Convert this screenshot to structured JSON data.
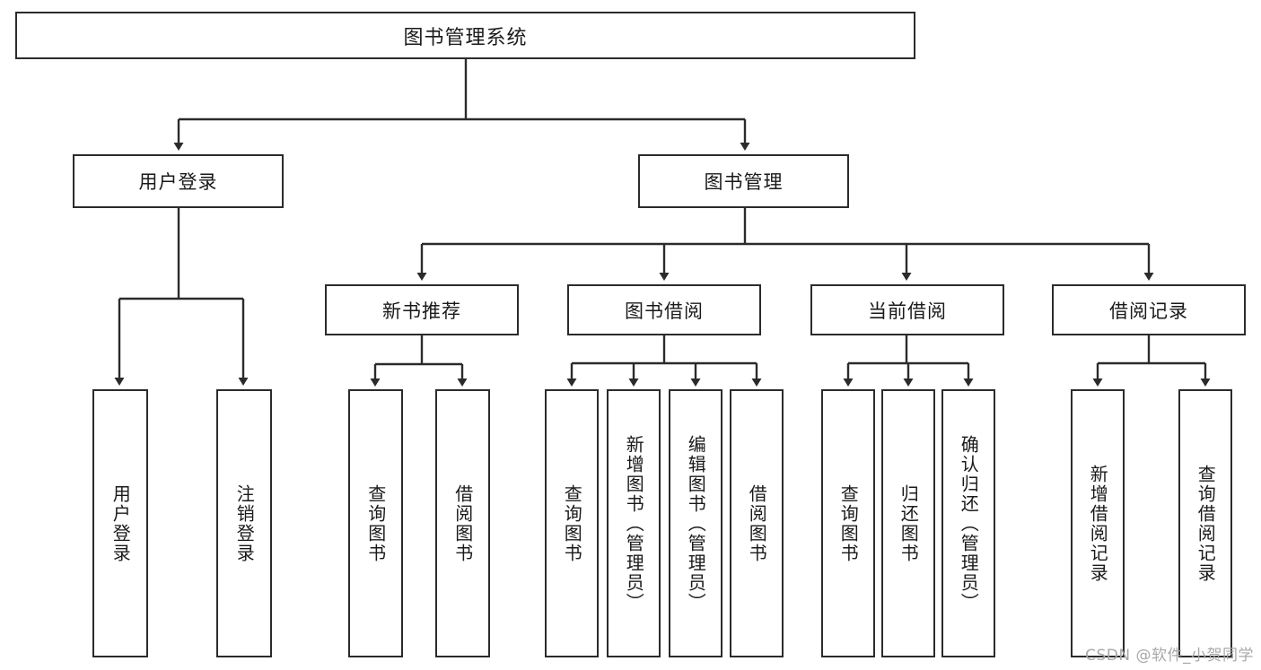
{
  "diagram": {
    "title": "图书管理系统",
    "type": "tree-hierarchy",
    "watermark": "CSDN @软件_小贺同学",
    "colors": {
      "stroke": "#2b2b2b",
      "fill": "#ffffff",
      "text": "#1a1a1a",
      "watermark": "#a8a8a8"
    },
    "root": {
      "label": "图书管理系统"
    },
    "level2": [
      {
        "label": "用户登录"
      },
      {
        "label": "图书管理"
      }
    ],
    "level3": [
      {
        "label": "新书推荐"
      },
      {
        "label": "图书借阅"
      },
      {
        "label": "当前借阅"
      },
      {
        "label": "借阅记录"
      }
    ],
    "leaves_user_login": [
      {
        "label": "用户登录"
      },
      {
        "label": "注销登录"
      }
    ],
    "leaves_new_book": [
      {
        "label": "查询图书"
      },
      {
        "label": "借阅图书"
      }
    ],
    "leaves_borrow": [
      {
        "label": "查询图书"
      },
      {
        "label": "新增图书（管理员）"
      },
      {
        "label": "编辑图书（管理员）"
      },
      {
        "label": "借阅图书"
      }
    ],
    "leaves_current": [
      {
        "label": "查询图书"
      },
      {
        "label": "归还图书"
      },
      {
        "label": "确认归还（管理员）"
      }
    ],
    "leaves_record": [
      {
        "label": "新增借阅记录"
      },
      {
        "label": "查询借阅记录"
      }
    ]
  }
}
